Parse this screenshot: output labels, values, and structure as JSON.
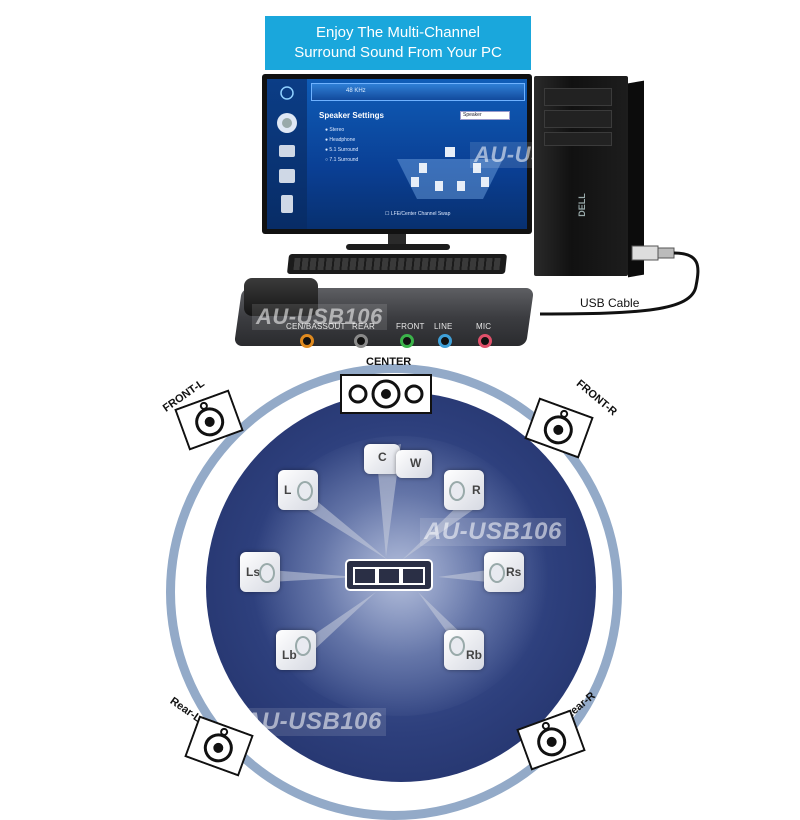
{
  "banner": {
    "line1": "Enjoy The Multi-Channel",
    "line2": "Surround Sound From Your PC"
  },
  "screen": {
    "title": "Speaker Settings",
    "options": [
      "Stereo",
      "Headphone",
      "5.1 Surround",
      "7.1 Surround"
    ],
    "dropdown": "Speaker",
    "checkbox_label": "LFE/Center Channel Swap",
    "sample_rate": "48 KHz"
  },
  "cable_label": "USB Cable",
  "device": {
    "ports": [
      {
        "label": "CEN/BASSOUT",
        "color": "#e08a1e"
      },
      {
        "label": "REAR",
        "color": "#222222"
      },
      {
        "label": "FRONT",
        "color": "#3bb34a"
      },
      {
        "label": "LINE",
        "color": "#3fa0d8"
      },
      {
        "label": "MIC",
        "color": "#e0506a"
      }
    ]
  },
  "watermark": "AU-USB106",
  "outer_speakers": {
    "center": "CENTER",
    "front_l": "FRONT-L",
    "front_r": "FRONT-R",
    "rear_l": "Rear-L",
    "rear_r": "Rear-R"
  },
  "virtual_speakers": {
    "c": "C",
    "w": "W",
    "l": "L",
    "r": "R",
    "ls": "Ls",
    "rs": "Rs",
    "lb": "Lb",
    "rb": "Rb"
  },
  "colors": {
    "banner": "#1aa7dc",
    "ring": "#93aac8",
    "inner": "#2d3f7c"
  }
}
